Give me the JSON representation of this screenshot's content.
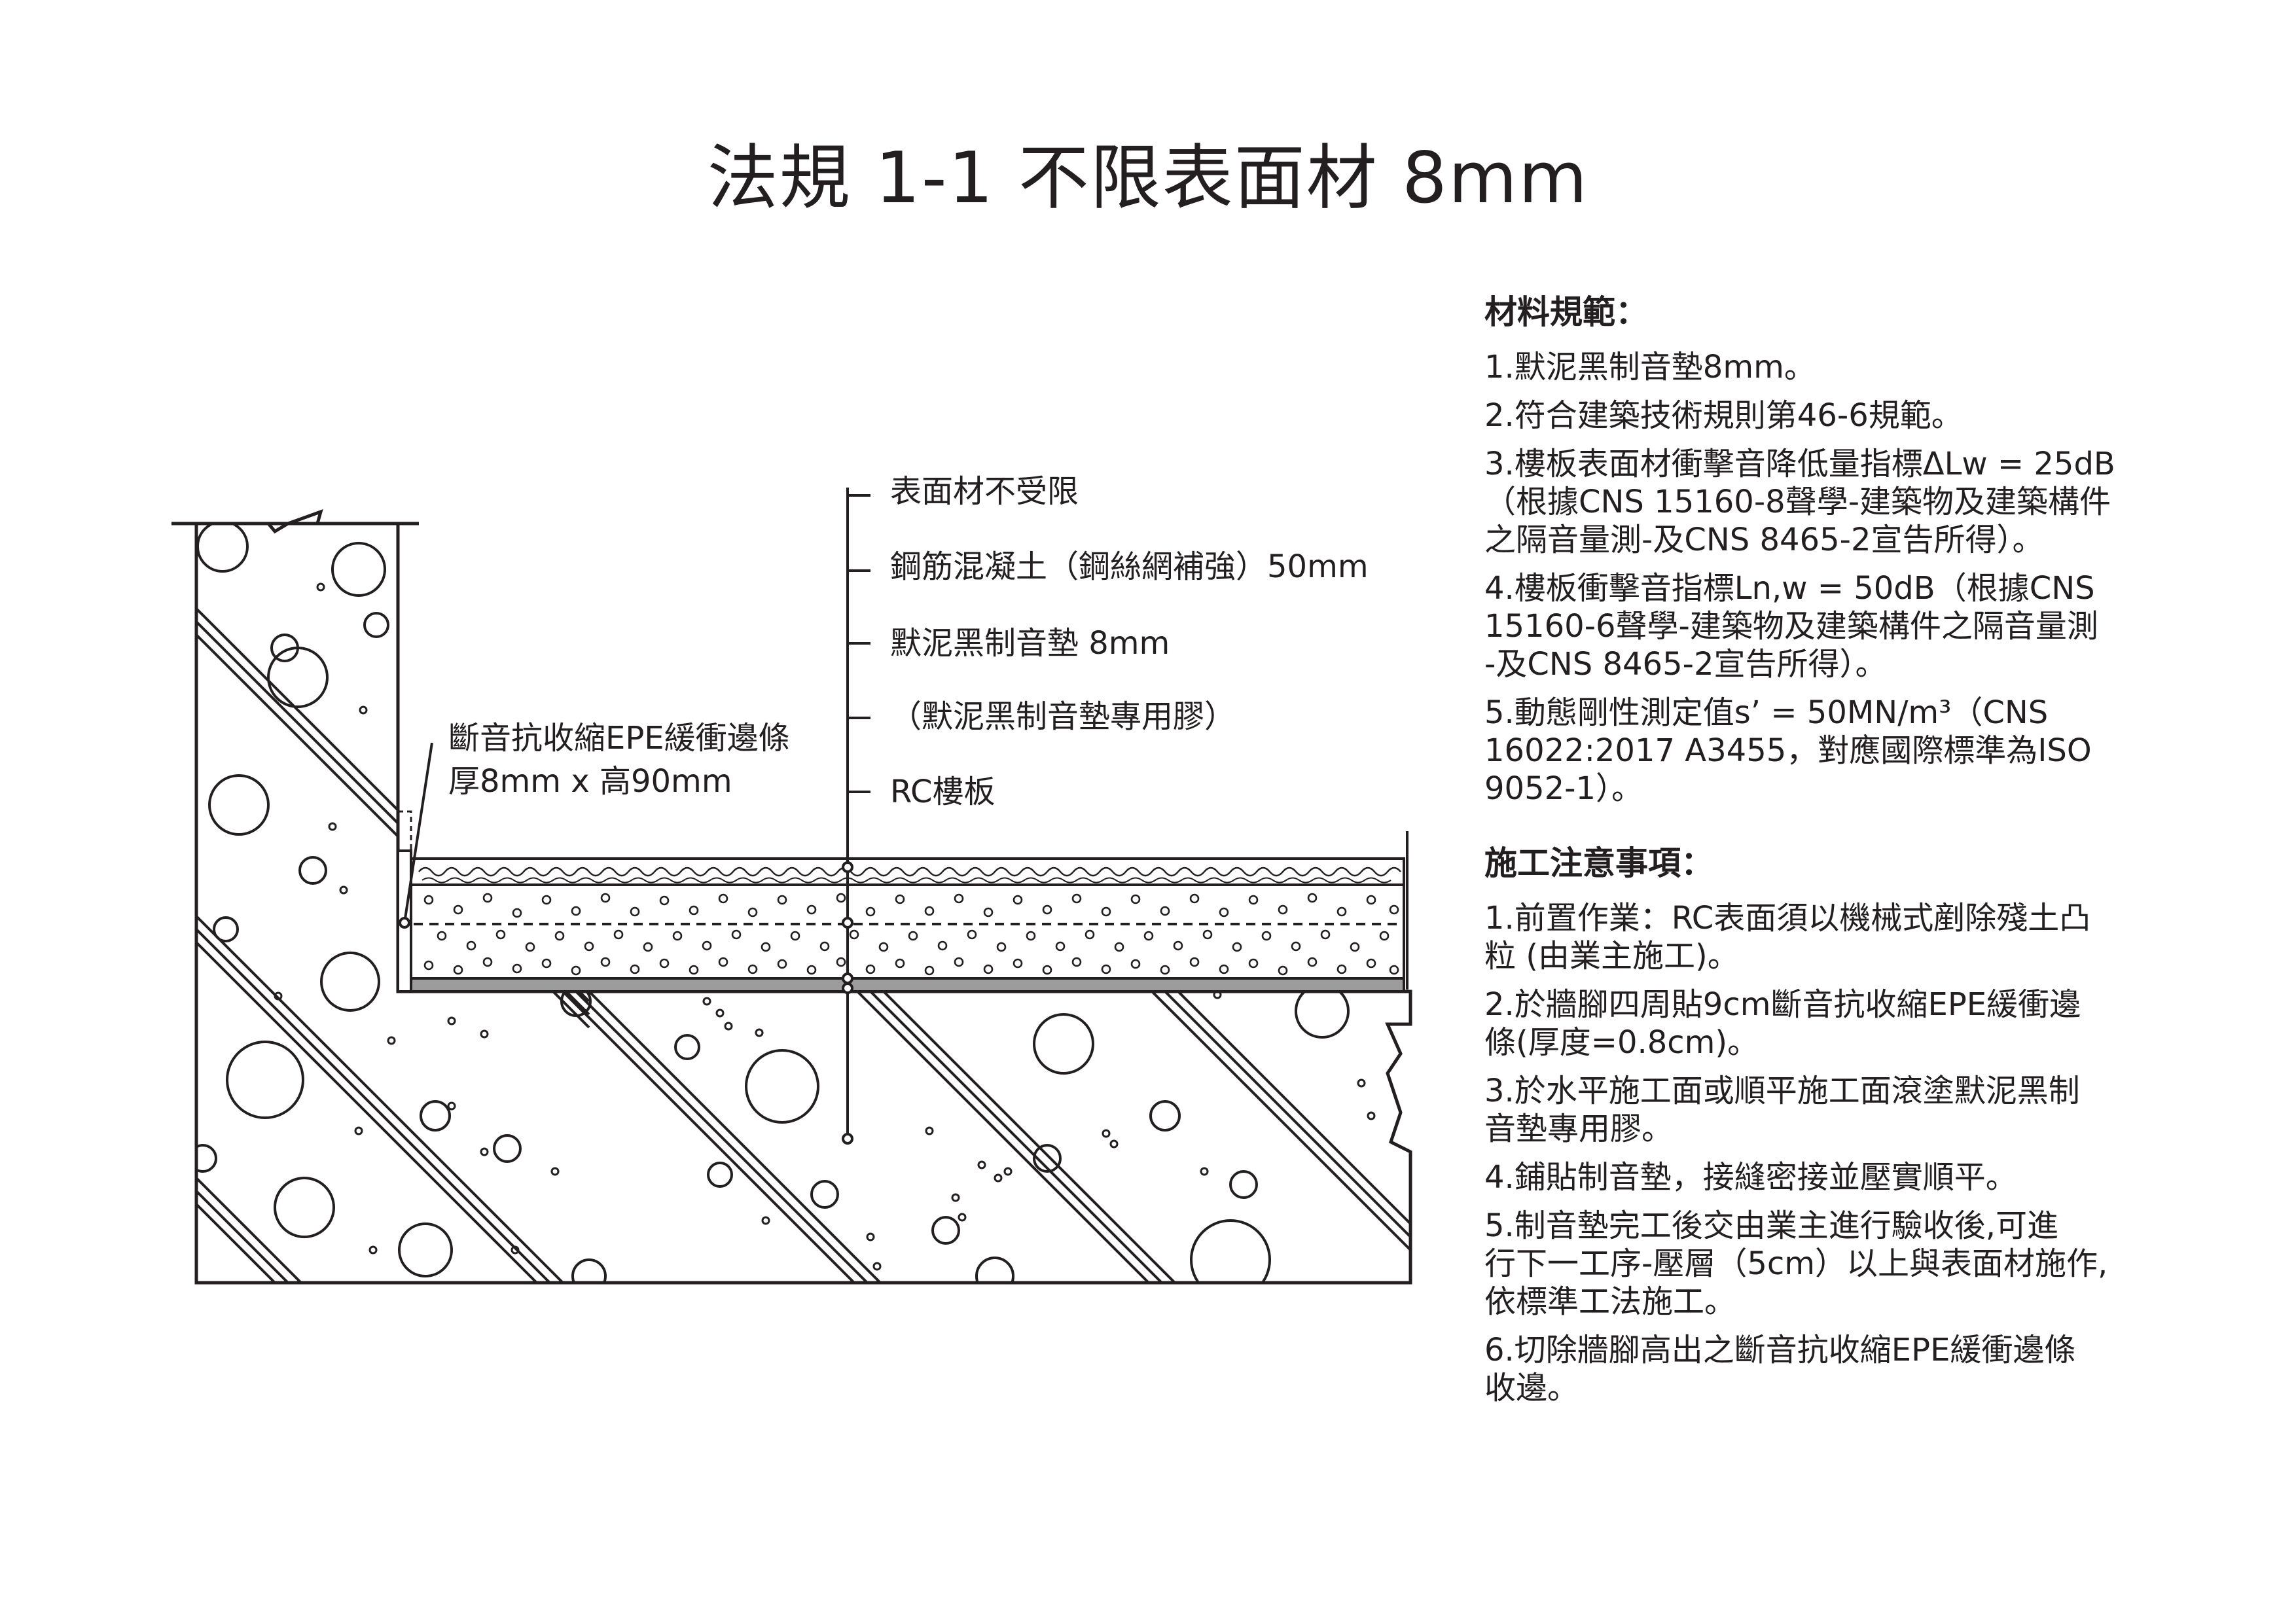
{
  "title": "法規 1-1 不限表面材 8mm",
  "labels": {
    "surface": "表面材不受限",
    "concrete": "鋼筋混凝土（鋼絲網補強）50mm",
    "pad": "默泥黑制音墊 8mm",
    "glue": "（默泥黑制音墊專用膠）",
    "slab": "RC樓板",
    "edge_strip_line1": "斷音抗收縮EPE緩衝邊條",
    "edge_strip_line2": "厚8mm x 高90mm"
  },
  "materials": {
    "heading": "材料規範：",
    "items": [
      [
        "1.默泥黑制音墊8mm。"
      ],
      [
        "2.符合建築技術規則第46-6規範。"
      ],
      [
        "3.樓板表面材衝擊音降低量指標ΔLw = 25dB",
        "（根據CNS 15160-8聲學-建築物及建築構件",
        "之隔音量測-及CNS 8465-2宣告所得）。"
      ],
      [
        "4.樓板衝擊音指標Ln,w = 50dB（根據CNS",
        "15160-6聲學-建築物及建築構件之隔音量測",
        "-及CNS 8465-2宣告所得）。"
      ],
      [
        "5.動態剛性測定值s’ = 50MN/m³（CNS",
        "16022:2017 A3455，對應國際標準為ISO",
        "9052-1）。"
      ]
    ]
  },
  "construction": {
    "heading": "施工注意事項：",
    "items": [
      [
        "1.前置作業：RC表面須以機械式剷除殘土凸",
        "粒 (由業主施工)。"
      ],
      [
        "2.於牆腳四周貼9cm斷音抗收縮EPE緩衝邊",
        "條(厚度=0.8cm)。"
      ],
      [
        "3.於水平施工面或順平施工面滾塗默泥黑制",
        "音墊專用膠。"
      ],
      [
        "4.鋪貼制音墊，接縫密接並壓實順平。"
      ],
      [
        "5.制音墊完工後交由業主進行驗收後,可進",
        "行下一工序-壓層（5cm）以上與表面材施作,",
        "依標準工法施工。"
      ],
      [
        "6.切除牆腳高出之斷音抗收縮EPE緩衝邊條",
        "收邊。"
      ]
    ]
  }
}
